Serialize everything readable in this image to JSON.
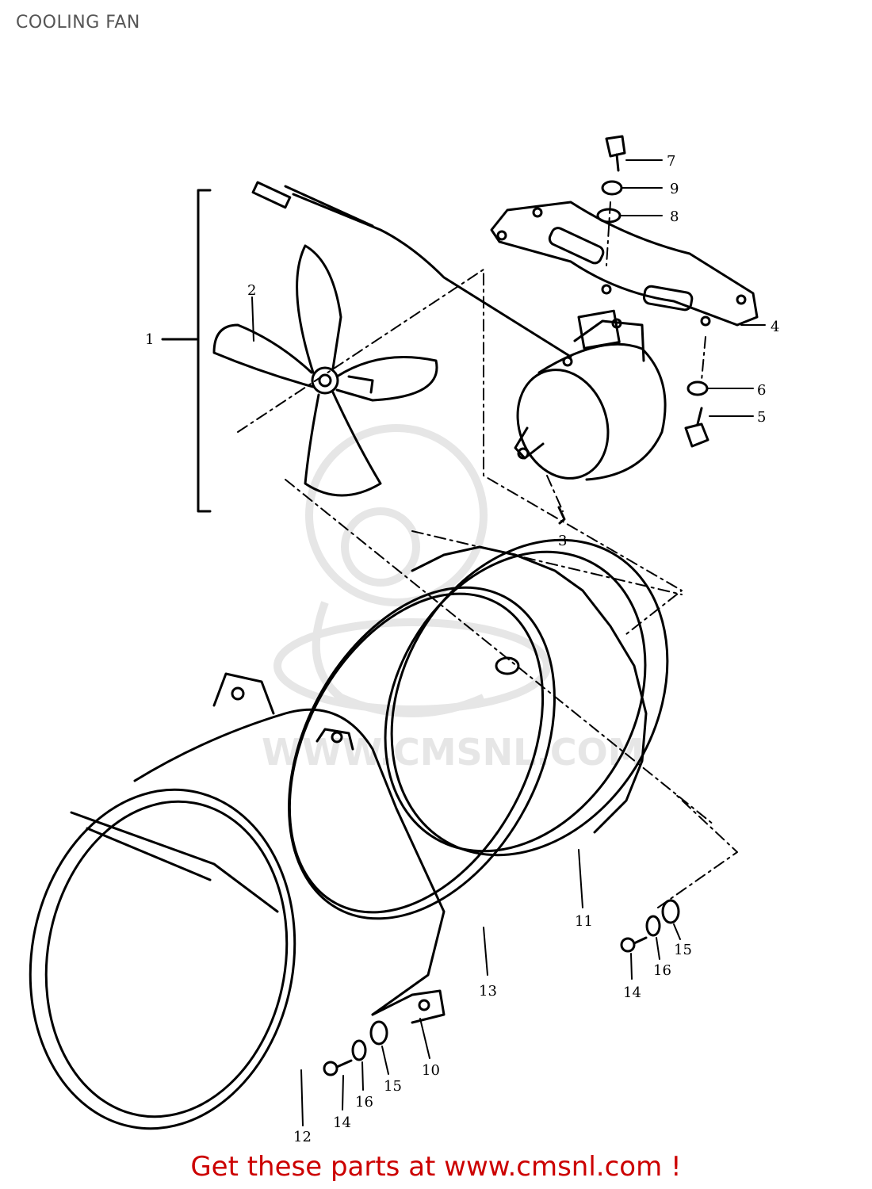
{
  "page": {
    "title": "COOLING FAN"
  },
  "colors": {
    "line": "#000000",
    "footer_text": "#cc0000",
    "watermark": "#e6e6e6"
  },
  "watermark": {
    "text": "WWW.CMSNL.COM",
    "logo": "cmsnl-logo"
  },
  "callouts": [
    "1",
    "2",
    "3",
    "4",
    "5",
    "6",
    "7",
    "8",
    "9",
    "10",
    "11",
    "12",
    "13",
    "14",
    "15",
    "16"
  ],
  "lower_callouts": [
    "14",
    "16",
    "15",
    "14",
    "16",
    "15"
  ],
  "footer": {
    "text": "Get these parts at www.cmsnl.com !"
  }
}
